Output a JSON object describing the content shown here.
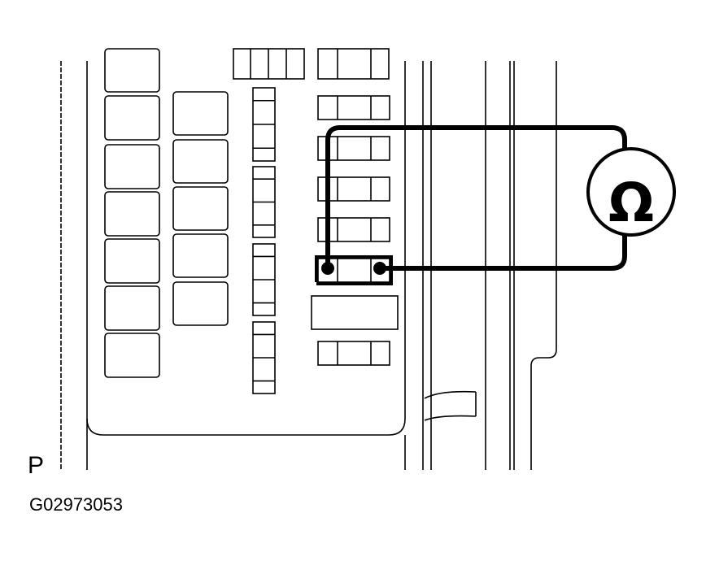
{
  "view_label": "P",
  "figure_id": "G02973053",
  "meter": {
    "symbol": "Ω",
    "icon": "ohmmeter-icon"
  }
}
